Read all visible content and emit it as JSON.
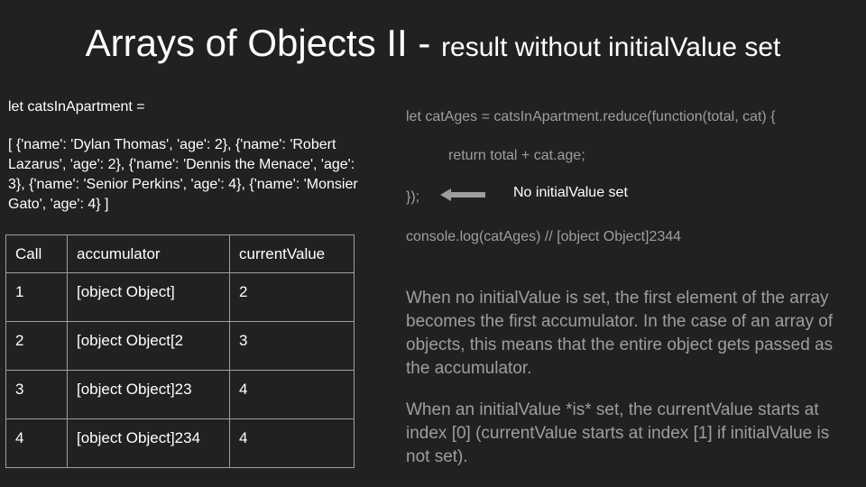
{
  "slide": {
    "title_main": "Arrays of Objects II - ",
    "title_sub": "result without initialValue set",
    "left_code_line1": "let catsInApartment =",
    "left_code_line2": "[ {'name': 'Dylan Thomas', 'age': 2}, {'name': 'Robert Lazarus', 'age': 2}, {'name': 'Dennis the Menace', 'age': 3}, {'name': 'Senior Perkins', 'age': 4}, {'name': 'Monsier Gato', 'age': 4} ]",
    "table": {
      "headers": [
        "Call",
        "accumulator",
        "currentValue"
      ],
      "rows": [
        [
          "1",
          "[object Object]",
          "2"
        ],
        [
          "2",
          "[object Object[2",
          "3"
        ],
        [
          "3",
          "[object Object]23",
          "4"
        ],
        [
          "4",
          "[object Object]234",
          "4"
        ]
      ]
    },
    "right_code": {
      "line1": "let catAges = catsInApartment.reduce(function(total, cat) {",
      "line2": "return total + cat.age;",
      "line3": "});",
      "line4": "console.log(catAges) // [object Object]2344"
    },
    "arrow_note": "No initialValue set",
    "paragraph1": "When no initialValue is set, the first element of the array becomes the first accumulator.  In the case of an array of objects, this means that the entire object gets passed as the accumulator.",
    "paragraph2": "When an initialValue *is* set, the currentValue starts at index [0] (currentValue starts at index [1] if initialValue is not set).",
    "colors": {
      "background": "#212121",
      "text": "#ffffff",
      "muted_text": "#9e9e9e",
      "arrow": "#9e9e9e"
    },
    "icons": {
      "arrow": "left-arrow-icon"
    }
  }
}
